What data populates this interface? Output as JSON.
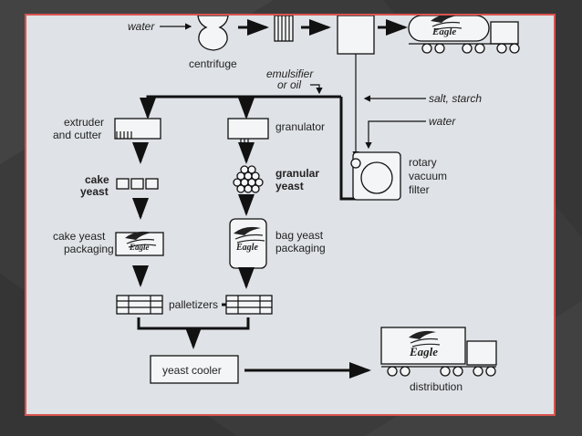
{
  "labels": {
    "water_top": "water",
    "centrifuge": "centrifuge",
    "emulsifier_1": "emulsifier",
    "emulsifier_2": "or oil",
    "salt_starch": "salt, starch",
    "water_right": "water",
    "extruder_1": "extruder",
    "extruder_2": "and cutter",
    "granulator": "granulator",
    "rotary_1": "rotary",
    "rotary_2": "vacuum",
    "rotary_3": "filter",
    "cake_yeast_1": "cake",
    "cake_yeast_2": "yeast",
    "granular_yeast_1": "granular",
    "granular_yeast_2": "yeast",
    "cake_pack_1": "cake yeast",
    "cake_pack_2": "packaging",
    "bag_pack_1": "bag yeast",
    "bag_pack_2": "packaging",
    "palletizers": "palletizers",
    "yeast_cooler": "yeast cooler",
    "distribution": "distribution"
  },
  "logo_text": "Eagle",
  "colors": {
    "background": "#3b3b3b",
    "panel": "#dfe2e6",
    "panel_border": "#d9534f",
    "ink": "#111111"
  }
}
